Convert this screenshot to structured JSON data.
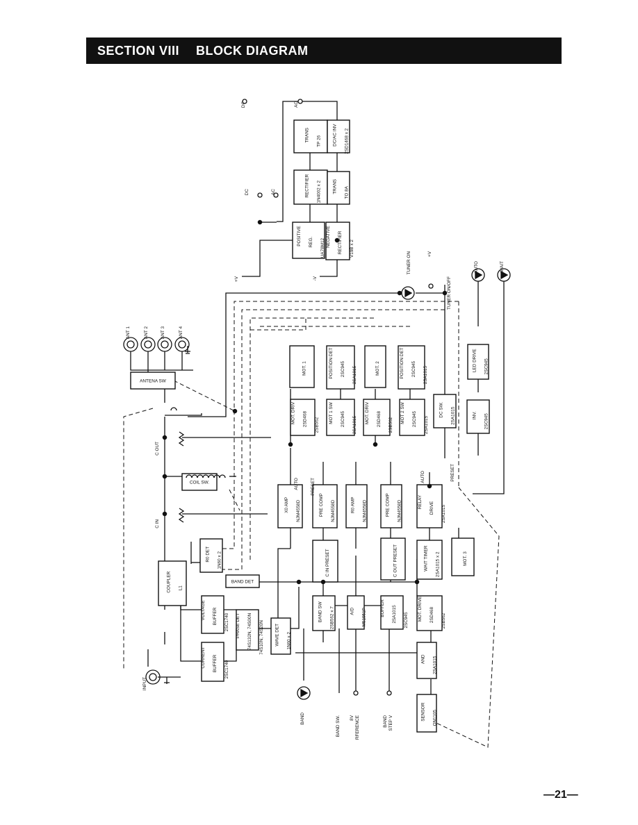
{
  "header": {
    "section": "SECTION VIII",
    "title": "BLOCK DIAGRAM"
  },
  "page_number": "—21—",
  "blocks": [
    {
      "id": "trans",
      "lines": [
        "TRANS",
        "TP 26"
      ]
    },
    {
      "id": "dcac_inv",
      "lines": [
        "DC/AC INV",
        "2SD1468 x 2"
      ]
    },
    {
      "id": "rectifier",
      "lines": [
        "RECTIFIER",
        "1N4002 x 2"
      ]
    },
    {
      "id": "trans2",
      "lines": [
        "TRANS",
        "TO 8A"
      ]
    },
    {
      "id": "pos_reg",
      "lines": [
        "POSITIVE",
        "REG.",
        "UA78M12"
      ]
    },
    {
      "id": "neg_rect",
      "lines": [
        "NEGATIVE",
        "RECTIFIER",
        "V19B x 2"
      ]
    },
    {
      "id": "antena_sw",
      "lines": [
        "ANTENA SW"
      ]
    },
    {
      "id": "coil_sw",
      "lines": [
        "COIL SW."
      ]
    },
    {
      "id": "mot1",
      "lines": [
        "MOT. 1"
      ]
    },
    {
      "id": "posdet1",
      "lines": [
        "POSITION DET",
        "2SC945",
        "2SA1015"
      ]
    },
    {
      "id": "mot2",
      "lines": [
        "MOT. 2"
      ]
    },
    {
      "id": "posdet2",
      "lines": [
        "POSITION DET",
        "2SC945",
        "2SA1015"
      ]
    },
    {
      "id": "led_drive",
      "lines": [
        "LED DRIVE",
        "2SC945"
      ]
    },
    {
      "id": "motdriv1",
      "lines": [
        "MOT. DRIV",
        "2SD468",
        "2SB562"
      ]
    },
    {
      "id": "mot1sw",
      "lines": [
        "MOT 1 SW",
        "2SC945",
        "2SA1015"
      ]
    },
    {
      "id": "motdriv2",
      "lines": [
        "MOT. DRIV",
        "2SD468",
        "2SB562"
      ]
    },
    {
      "id": "mot2sw",
      "lines": [
        "MOT 2 SW",
        "2SC945",
        "2SA1015"
      ]
    },
    {
      "id": "dcsw",
      "lines": [
        "DC SW.",
        "2SA1015"
      ]
    },
    {
      "id": "inv",
      "lines": [
        "INV.",
        "2SC945"
      ]
    },
    {
      "id": "x0amp",
      "lines": [
        "X0 AMP",
        "NJM4558D"
      ]
    },
    {
      "id": "precomp1",
      "lines": [
        "PRE COMP",
        "NJM4558D"
      ]
    },
    {
      "id": "r0amp",
      "lines": [
        "R0 AMP",
        "NJM4558D"
      ]
    },
    {
      "id": "precomp2",
      "lines": [
        "PRE COMP",
        "NJM4558D"
      ]
    },
    {
      "id": "relay",
      "lines": [
        "RELAY",
        "DRIVE",
        "2SA1015"
      ]
    },
    {
      "id": "r0det",
      "lines": [
        "R0 DET",
        "1N60 x 2"
      ]
    },
    {
      "id": "cinpreset",
      "lines": [
        "C IN PRESET"
      ]
    },
    {
      "id": "coutpreset",
      "lines": [
        "C OUT PRESET"
      ]
    },
    {
      "id": "waittimer",
      "lines": [
        "WAIT TIMER",
        "2SA1015 x 2"
      ]
    },
    {
      "id": "mot3",
      "lines": [
        "MOT. 3"
      ]
    },
    {
      "id": "coupler",
      "lines": [
        "COUPLER",
        "L1"
      ]
    },
    {
      "id": "banddet",
      "lines": [
        "BAND DET"
      ]
    },
    {
      "id": "vbuf",
      "lines": [
        "VOLTAGE",
        "BUFFER",
        "2SC1740"
      ]
    },
    {
      "id": "bandsw_b",
      "lines": [
        "BAND SW",
        "2SB562 x 7"
      ]
    },
    {
      "id": "ad",
      "lines": [
        "A/D",
        "M51951P"
      ]
    },
    {
      "id": "buffer",
      "lines": [
        "BUFFER",
        "2SA1015",
        "2SC945"
      ]
    },
    {
      "id": "motdrive3",
      "lines": [
        "MOT. DRIVE",
        "2SD468",
        "2SB562"
      ]
    },
    {
      "id": "phasedet",
      "lines": [
        "PHASE DET",
        "74S132N, 74S00N",
        "74S10N, 74S20N"
      ]
    },
    {
      "id": "wavedet",
      "lines": [
        "WAVE DET",
        "1N60 x 2"
      ]
    },
    {
      "id": "cbuf",
      "lines": [
        "CURRENT",
        "BUFFER",
        "2SC1740"
      ]
    },
    {
      "id": "and",
      "lines": [
        "AND",
        "2SA1015"
      ]
    },
    {
      "id": "sensor",
      "lines": [
        "SENSOR",
        "ON1105"
      ]
    }
  ],
  "labels": {
    "dc_top": "DC",
    "ac_top": "AC",
    "dc_sw": "DC",
    "ac_sw": "AC",
    "plus_v": "+V",
    "minus_v": "-V",
    "plus_v2": "+V",
    "tuner_on": "TUNER ON",
    "tuner_onoff": "TUNER ON/OFF",
    "auto_led": "AUTO",
    "wait_led": "WAIT",
    "ant1": "ANT 1",
    "ant2": "ANT 2",
    "ant3": "ANT 3",
    "ant4": "ANT 4",
    "c_out": "C OUT",
    "c_in": "C IN",
    "auto1": "AUTO",
    "preset1": "PRESET",
    "auto2": "AUTO",
    "preset2": "PRESET",
    "input": "INPUT",
    "band_led": "BAND",
    "band_sw": "BAND SW.",
    "ref8v": [
      "8V",
      "RFERENCE"
    ],
    "band_step": [
      "BAND",
      "STEP V"
    ]
  }
}
